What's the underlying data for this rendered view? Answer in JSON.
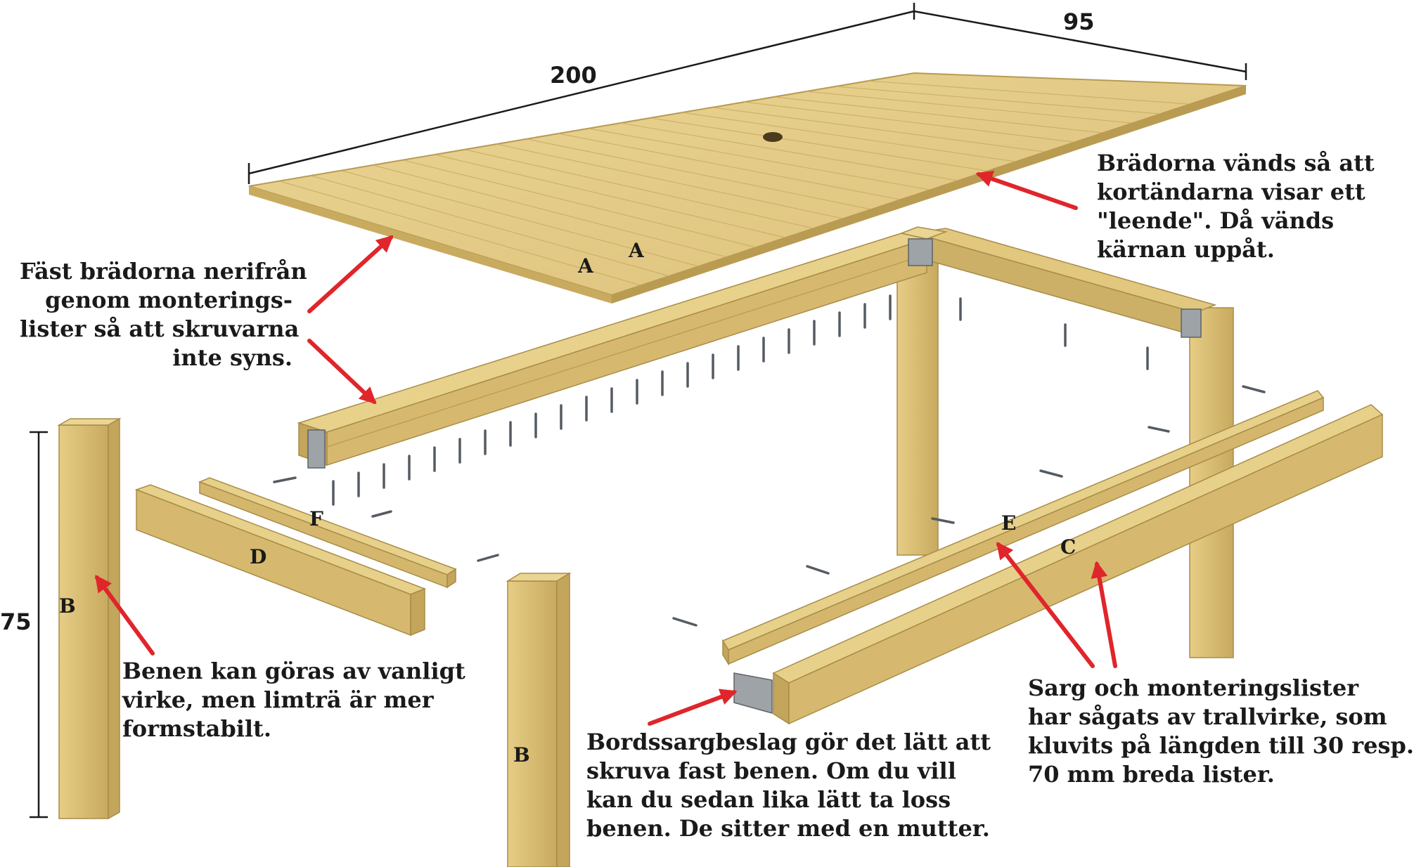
{
  "dimensions": {
    "length": "200",
    "width": "95",
    "height": "75"
  },
  "labels": {
    "a1": "A",
    "a2": "A",
    "b1": "B",
    "b2": "B",
    "c": "C",
    "d": "D",
    "e": "E",
    "f": "F"
  },
  "notes": {
    "boards_smile": "Brädorna vänds så att\nkortändarna visar ett\n\"leende\". Då vänds\nkärnan uppåt.",
    "fasten_boards": "Fäst brädorna nerifrån\ngenom monterings-\nlister så att skruvarna\ninte syns.",
    "legs": "Benen kan göras av vanligt\nvirke, men limträ är mer\nformstabilt.",
    "bracket": "Bordssargbeslag gör det lätt att\nskruva fast benen. Om du vill\nkan du sedan lika lätt ta loss\nbenen. De sitter med en mutter.",
    "apron": "Sarg och monteringslister\nhar sågats av trallvirke, som\nkluvits på längden till 30 resp.\n70 mm breda lister."
  },
  "colors": {
    "wood_light": "#e6cf8a",
    "wood_mid": "#d7bb6e",
    "wood_dark": "#bfa157",
    "arrow": "#e0252b",
    "metal": "#9ea3a8"
  }
}
